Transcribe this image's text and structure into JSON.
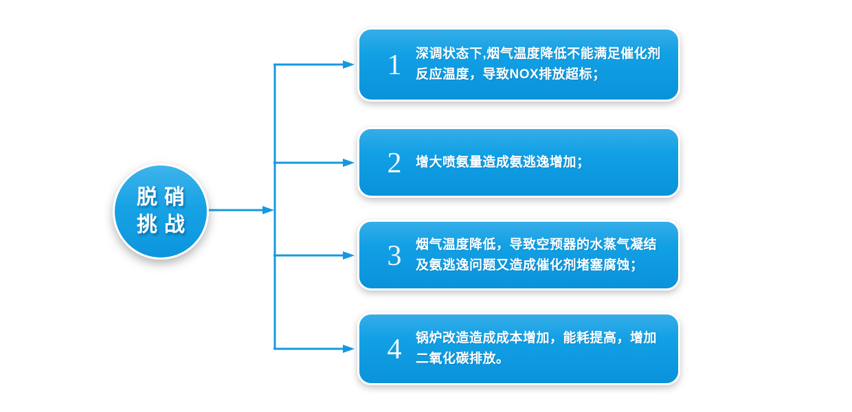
{
  "hub": {
    "line1": "脱硝",
    "line2": "挑战"
  },
  "challenges": [
    {
      "number": "1",
      "line1": "深调状态下,烟气温度降低不能满足催化剂",
      "line2": "反应温度，导致NOX排放超标；"
    },
    {
      "number": "2",
      "line1": "增大喷氨量造成氨逃逸增加；",
      "line2": ""
    },
    {
      "number": "3",
      "line1": "烟气温度降低，导致空预器的水蒸气凝结",
      "line2": "及氨逃逸问题又造成催化剂堵塞腐蚀；"
    },
    {
      "number": "4",
      "line1": "锅炉改造造成成本增加，能耗提高，增加",
      "line2": "二氧化碳排放。"
    }
  ],
  "colors": {
    "card_gradient_top": "#36ade8",
    "card_gradient_bottom": "#0a92da",
    "hub_gradient_top": "#3eb3ea",
    "hub_gradient_bottom": "#0c95dd",
    "connector_line": "#1598df",
    "text": "#ffffff",
    "background": "#ffffff"
  }
}
